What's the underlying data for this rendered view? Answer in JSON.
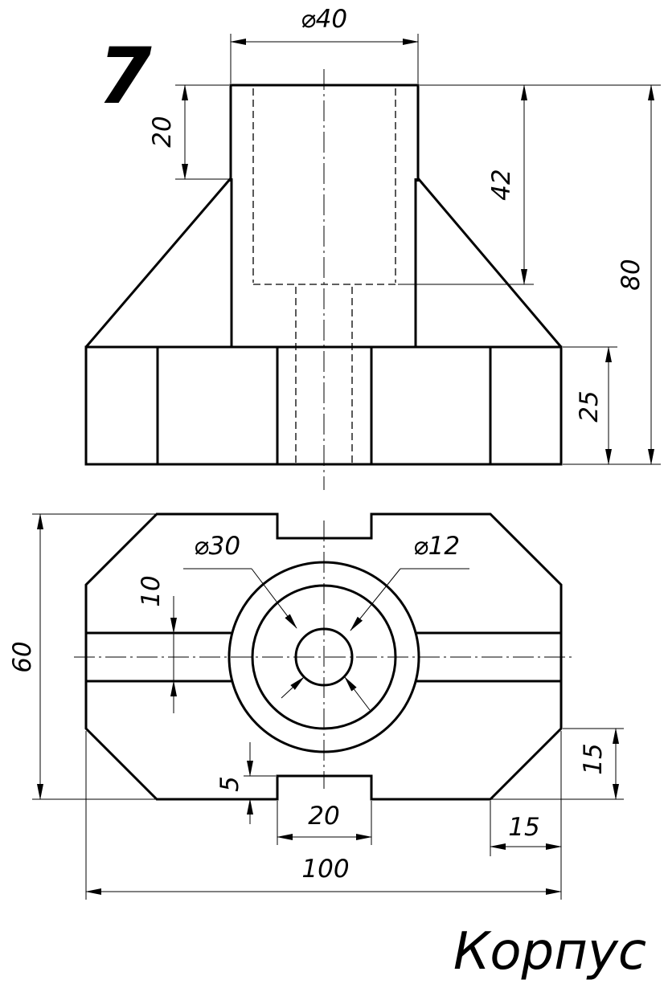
{
  "sheet": {
    "number": "7",
    "title": "Корпус"
  },
  "dimensions": {
    "top_bore_dia": "⌀40",
    "top_boss_height": "20",
    "bore_depth": "42",
    "total_height": "80",
    "base_height": "25",
    "overall_width": "60",
    "ring_outer_dia": "⌀30",
    "hole_dia": "⌀12",
    "slot_width": "10",
    "notch_depth": "5",
    "notch_width": "20",
    "chamfer_y": "15",
    "chamfer_x": "15",
    "overall_length": "100"
  }
}
